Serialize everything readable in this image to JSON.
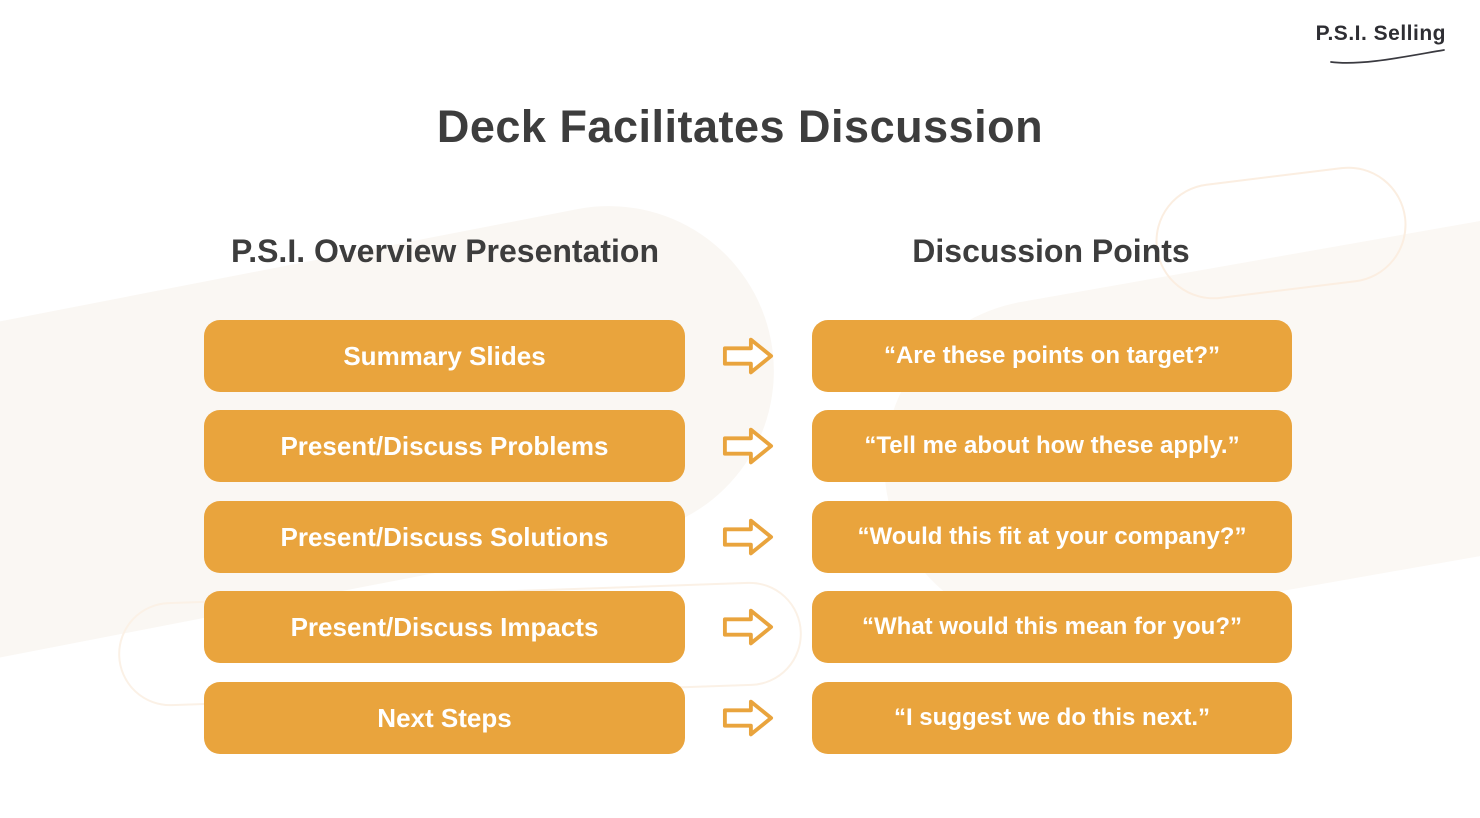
{
  "logo": {
    "text": "P.S.I. Selling"
  },
  "title": "Deck Facilitates Discussion",
  "columns": {
    "left_header": "P.S.I. Overview Presentation",
    "right_header": "Discussion Points"
  },
  "rows": [
    {
      "slide": "Summary Slides",
      "point": "“Are these points on target?”"
    },
    {
      "slide": "Present/Discuss Problems",
      "point": "“Tell me about how these apply.”"
    },
    {
      "slide": "Present/Discuss Solutions",
      "point": "“Would this fit at your company?”"
    },
    {
      "slide": "Present/Discuss Impacts",
      "point": "“What would this mean for you?”"
    },
    {
      "slide": "Next Steps",
      "point": "“I suggest we do this next.”"
    }
  ],
  "icons": {
    "row_connector": "arrow-right-icon"
  },
  "colors": {
    "accent_orange": "#e9a43d",
    "heading_text": "#3d3d3d",
    "box_text": "#ffffff",
    "logo_text": "#2e2e33",
    "background": "#ffffff"
  }
}
